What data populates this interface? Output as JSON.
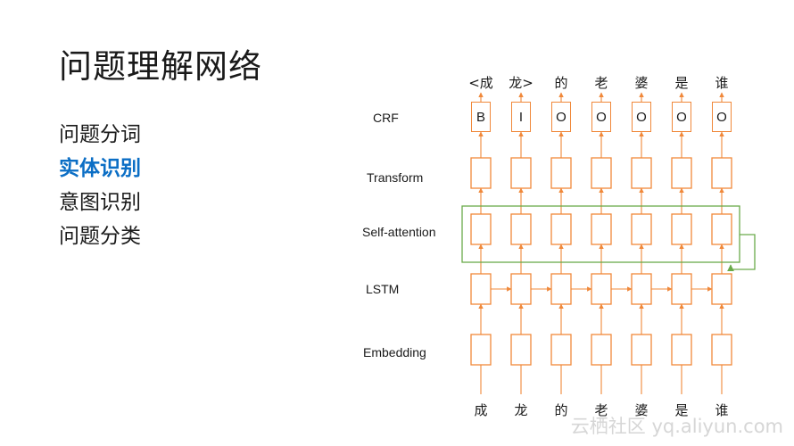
{
  "title": "问题理解网络",
  "menu": [
    {
      "label": "问题分词",
      "active": false
    },
    {
      "label": "实体识别",
      "active": true
    },
    {
      "label": "意图识别",
      "active": false
    },
    {
      "label": "问题分类",
      "active": false
    }
  ],
  "layers": {
    "crf": "CRF",
    "transform": "Transform",
    "self_attention": "Self-attention",
    "lstm": "LSTM",
    "embedding": "Embedding"
  },
  "top_tokens": [
    "<成",
    "龙>",
    "的",
    "老",
    "婆",
    "是",
    "谁"
  ],
  "tags": [
    "B",
    "I",
    "O",
    "O",
    "O",
    "O",
    "O"
  ],
  "bottom_tokens": [
    "成",
    "龙",
    "的",
    "老",
    "婆",
    "是",
    "谁"
  ],
  "colors": {
    "box": "#f0883a",
    "attention": "#6aaa4a",
    "active_menu": "#0b6ec5"
  },
  "watermark": "云栖社区 yq.aliyun.com"
}
